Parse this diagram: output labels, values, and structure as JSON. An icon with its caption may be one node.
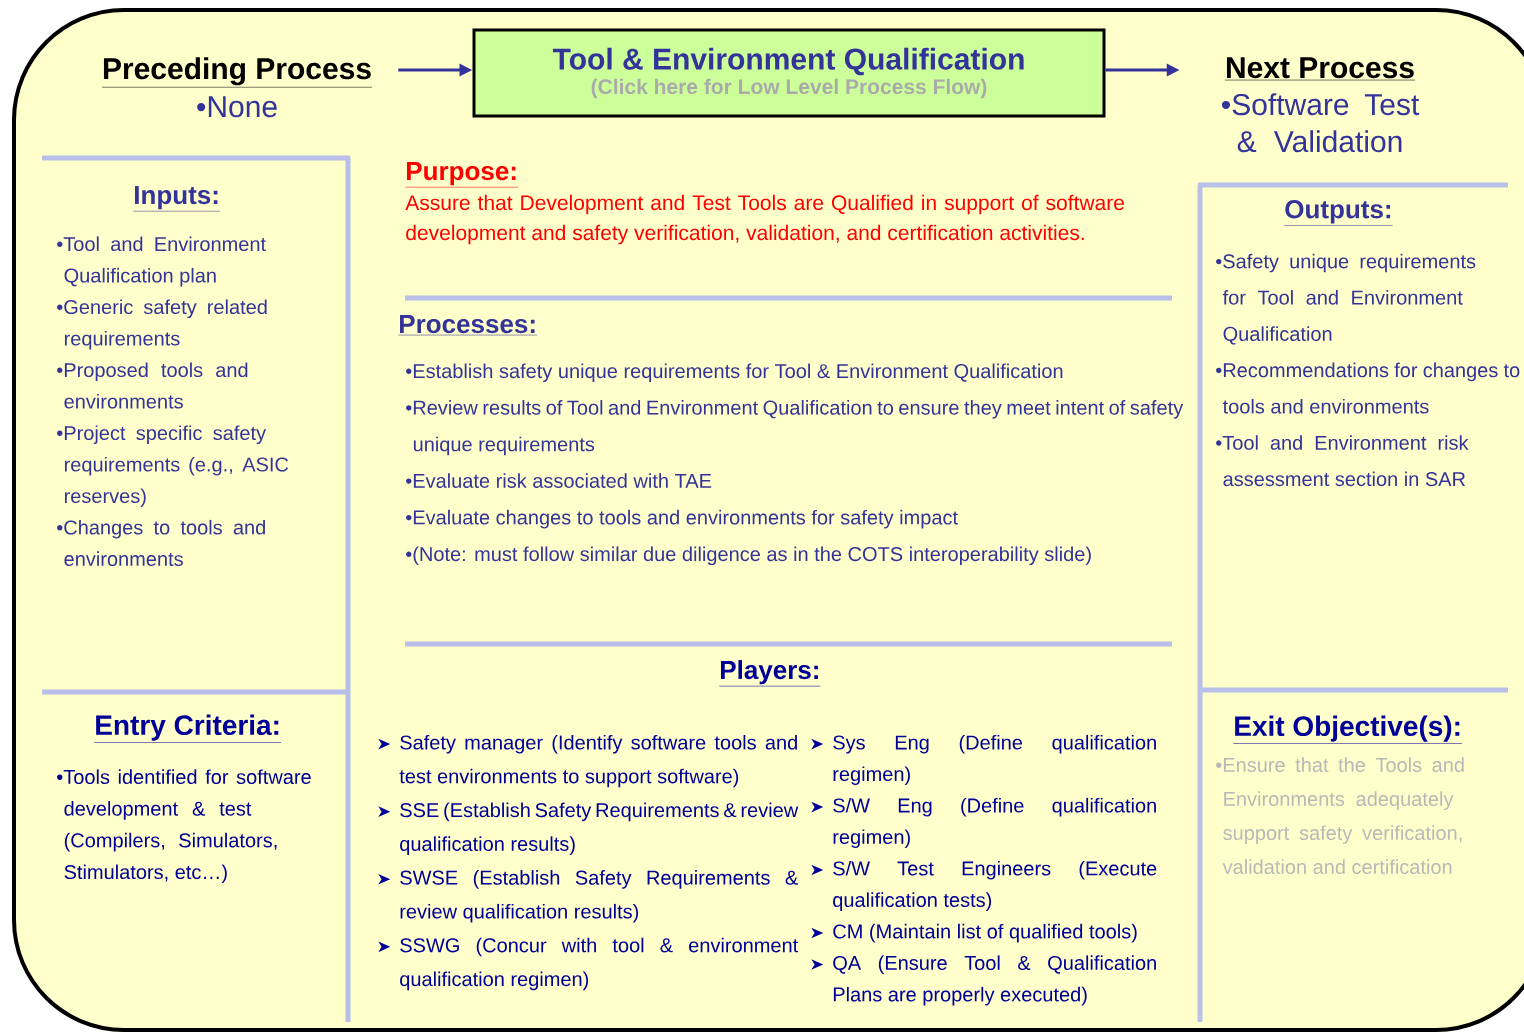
{
  "diagram": {
    "nodes": [
      {
        "text": [
          "Preceding Process",
          "•None"
        ]
      },
      {
        "text": [
          "Tool & Environment Qualification",
          "(Click here for Low Level Process Flow)"
        ]
      },
      {
        "text": [
          "Next Process",
          "•Software Test & Validation"
        ]
      },
      {
        "text": [
          "Inputs:",
          "•Tool and Environment Qualification plan",
          "•Generic safety related requirements",
          "•Proposed tools and environments",
          "•Project specific safety requirements (e.g., ASIC reserves)",
          "•Changes to tools and environments"
        ]
      },
      {
        "text": [
          "Purpose:",
          "Assure that Development and Test Tools are Qualified in support of software development and safety verification, validation, and certification activities."
        ]
      },
      {
        "text": [
          "Processes:",
          "•Establish safety unique requirements for Tool & Environment Qualification",
          "•Review results of Tool and Environment Qualification to ensure they meet intent of safety unique requirements",
          "•Evaluate risk associated with TAE",
          "•Evaluate changes to tools and environments for safety impact",
          "•(Note: must follow similar due diligence as in the COTS interoperability slide)"
        ]
      },
      {
        "text": [
          "Outputs:",
          "•Safety unique requirements for Tool and Environment Qualification",
          "•Recommendations for changes to tools and environments",
          "•Tool and Environment risk assessment section in SAR"
        ]
      },
      {
        "text": [
          "Entry Criteria:",
          "•Tools identified for software development & test (Compilers, Simulators, Stimulators, etc…)"
        ]
      },
      {
        "text": [
          "Players:",
          "Safety manager (Identify software tools and test environments to support software)",
          "SSE (Establish Safety Requirements & review qualification results)",
          "SWSE (Establish Safety Requirements & review qualification results)",
          "SSWG (Concur with tool & environment qualification regimen)",
          "Sys Eng (Define qualification regimen)",
          "S/W Eng (Define qualification regimen)",
          "S/W Test Engineers (Execute qualification tests)",
          "CM (Maintain list of qualified tools)",
          "QA (Ensure Tool & Qualification Plans are properly executed)"
        ]
      },
      {
        "text": [
          "Exit Objective(s):",
          "•Ensure that the Tools and Environments adequately support safety verification, validation and certification"
        ]
      }
    ],
    "edges": [
      {
        "from": 0,
        "to": 1,
        "arrow": "to"
      },
      {
        "from": 1,
        "to": 2,
        "arrow": "to"
      }
    ]
  }
}
